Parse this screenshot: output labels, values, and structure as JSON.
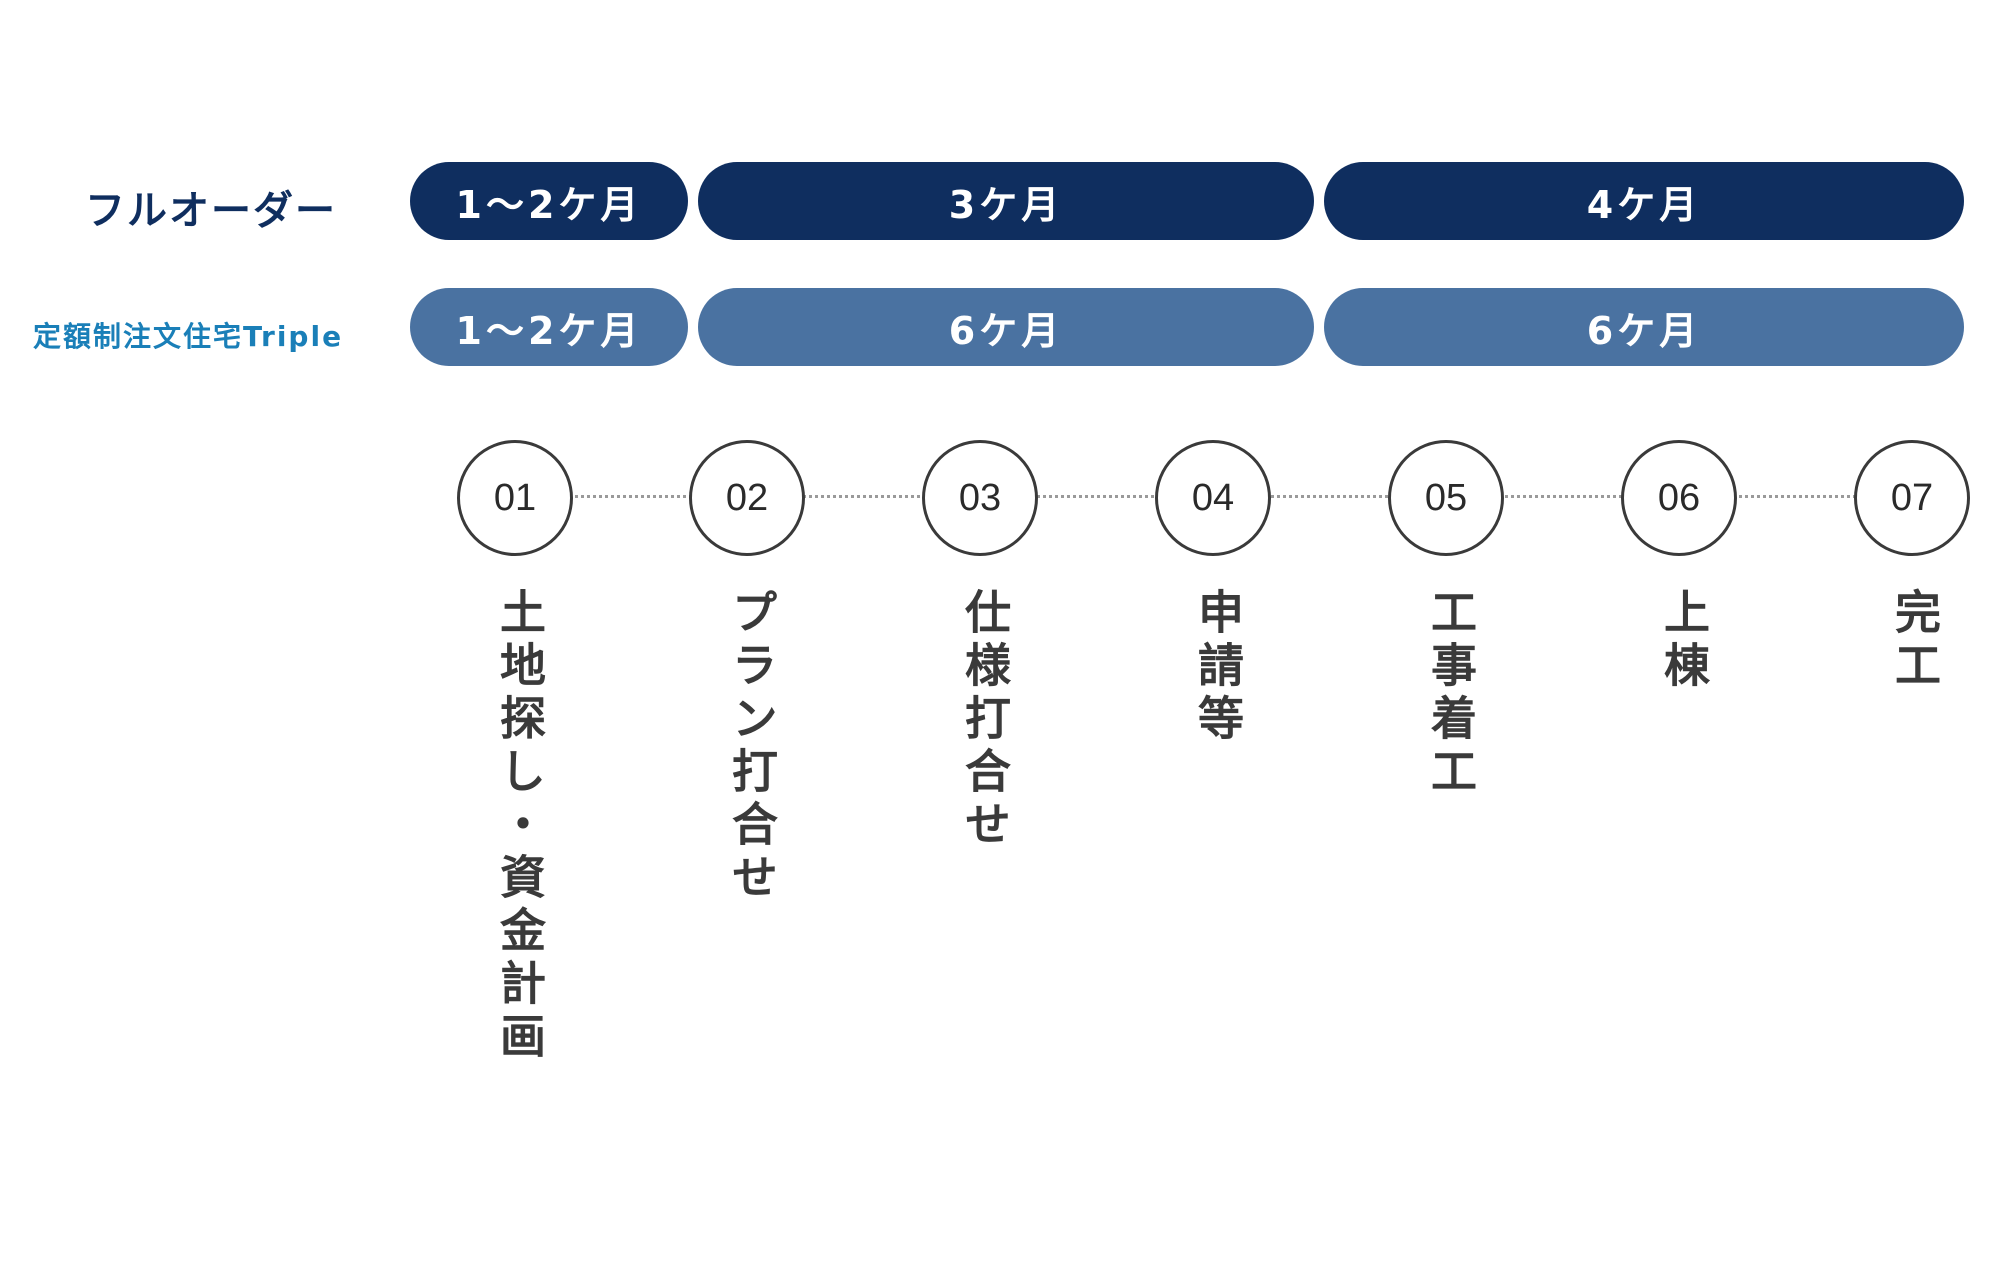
{
  "rows": [
    {
      "label": "フルオーダー",
      "label_color": "#0f2e5f",
      "pill_color": "#0f2e5f",
      "segments": [
        "1〜2ケ月",
        "3ケ月",
        "4ケ月"
      ]
    },
    {
      "label": "定額制注文住宅Triple",
      "label_color": "#1a7fb8",
      "pill_color": "#4a72a1",
      "segments": [
        "1〜2ケ月",
        "6ケ月",
        "6ケ月"
      ]
    }
  ],
  "steps": [
    {
      "number": "01",
      "label": "土地探し・資金計画"
    },
    {
      "number": "02",
      "label": "プラン打合せ"
    },
    {
      "number": "03",
      "label": "仕様打合せ"
    },
    {
      "number": "04",
      "label": "申請等"
    },
    {
      "number": "05",
      "label": "工事着工"
    },
    {
      "number": "06",
      "label": "上棟"
    },
    {
      "number": "07",
      "label": "完工"
    }
  ]
}
